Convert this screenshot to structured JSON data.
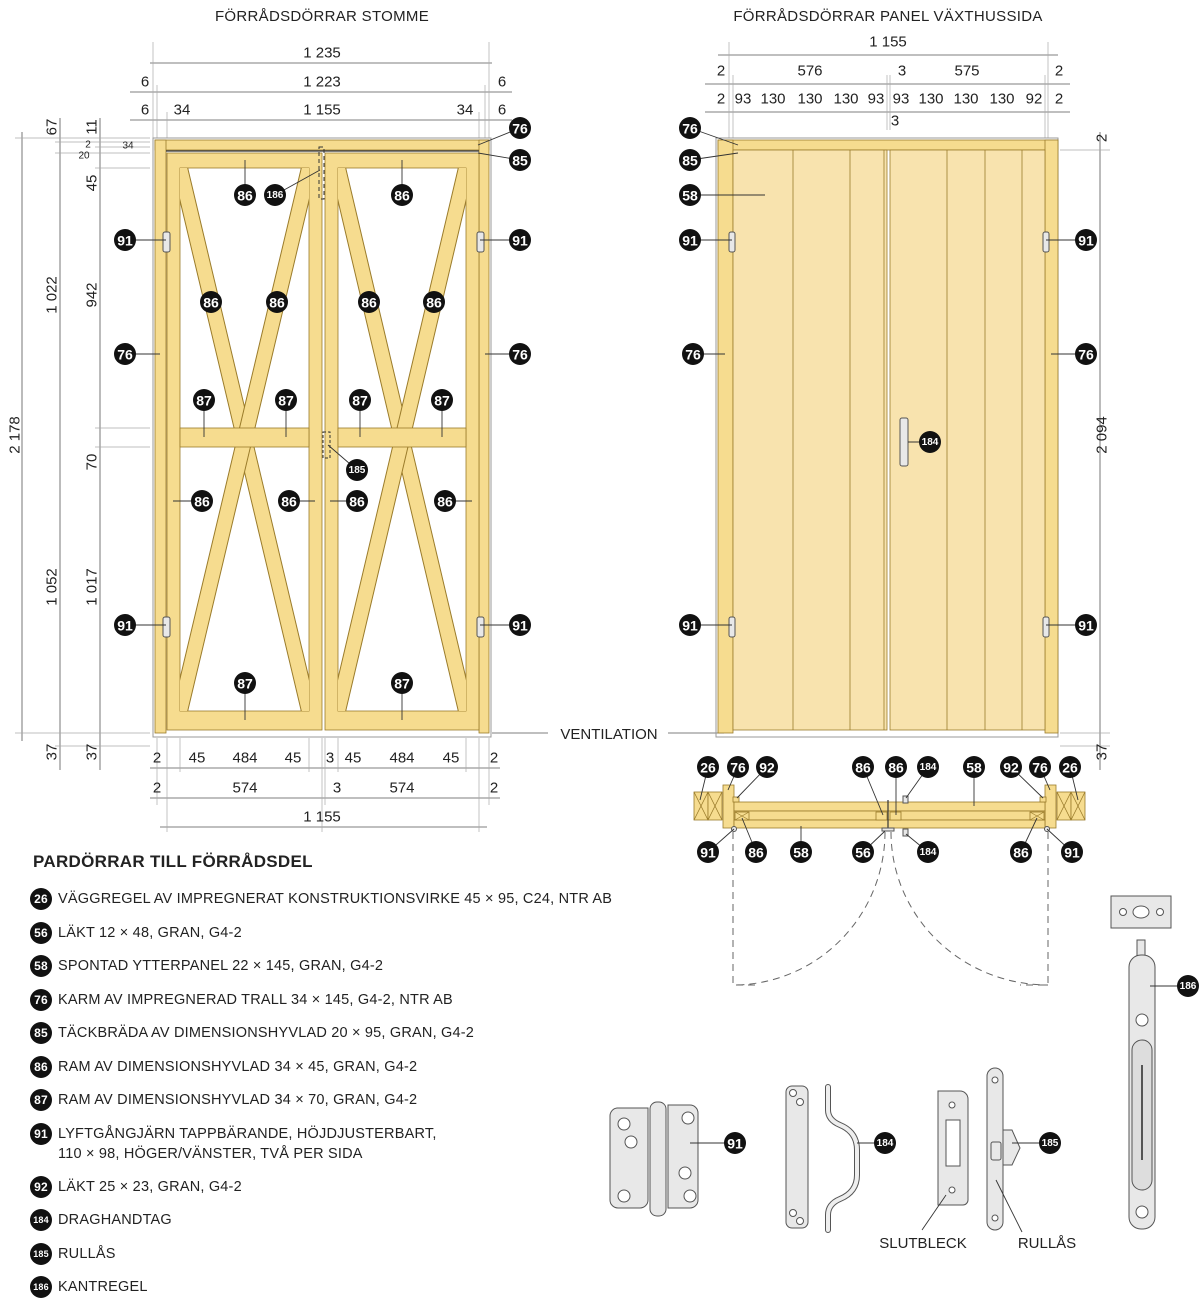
{
  "titles": {
    "stomme": "FÖRRÅDSDÖRRAR STOMME",
    "panel": "FÖRRÅDSDÖRRAR PANEL VÄXTHUSSIDA"
  },
  "dimensions": {
    "stomme_top": [
      "1 235",
      "6",
      "1 223",
      "6",
      "6",
      "34",
      "1 155",
      "34",
      "6"
    ],
    "stomme_left": [
      "67",
      "11",
      "2",
      "20",
      "34",
      "45",
      "942",
      "1 022",
      "2 178",
      "70",
      "1 017",
      "1 052",
      "37",
      "37"
    ],
    "stomme_bottom": [
      "2",
      "45",
      "484",
      "45",
      "3",
      "45",
      "484",
      "45",
      "2",
      "2",
      "574",
      "3",
      "574",
      "2",
      "1 155"
    ],
    "panel_top": [
      "1 155",
      "2",
      "576",
      "3",
      "575",
      "2",
      "2",
      "93",
      "130",
      "130",
      "130",
      "93",
      "93",
      "130",
      "130",
      "130",
      "92",
      "2",
      "3"
    ],
    "panel_right": [
      "2",
      "2 094",
      "37"
    ]
  },
  "ventilation_label": "VENTILATION",
  "callouts": {
    "stomme": [
      "76",
      "85",
      "86",
      "186",
      "86",
      "91",
      "91",
      "86",
      "86",
      "86",
      "86",
      "76",
      "76",
      "87",
      "87",
      "87",
      "87",
      "185",
      "86",
      "86",
      "86",
      "86",
      "91",
      "91",
      "87",
      "87"
    ],
    "panel": [
      "76",
      "85",
      "58",
      "91",
      "91",
      "76",
      "76",
      "184",
      "91",
      "91"
    ],
    "plan": [
      "26",
      "76",
      "92",
      "86",
      "86",
      "184",
      "58",
      "92",
      "76",
      "26",
      "91",
      "86",
      "58",
      "56",
      "184",
      "86",
      "91"
    ],
    "hardware": [
      "91",
      "184",
      "185",
      "186"
    ]
  },
  "hardware_labels": {
    "slutbleck": "SLUTBLECK",
    "rullas": "RULLÅS"
  },
  "legend": {
    "heading": "PARDÖRRAR TILL FÖRRÅDSDEL",
    "items": [
      {
        "num": "26",
        "text": "VÄGGREGEL AV IMPREGNERAT KONSTRUKTIONSVIRKE 45 × 95, C24, NTR AB"
      },
      {
        "num": "56",
        "text": "LÄKT 12 × 48, GRAN, G4-2"
      },
      {
        "num": "58",
        "text": "SPONTAD YTTERPANEL 22 × 145, GRAN, G4-2"
      },
      {
        "num": "76",
        "text": "KARM AV IMPREGNERAD TRALL 34 × 145, G4-2, NTR AB"
      },
      {
        "num": "85",
        "text": "TÄCKBRÄDA AV DIMENSIONSHYVLAD 20 × 95, GRAN, G4-2"
      },
      {
        "num": "86",
        "text": "RAM AV DIMENSIONSHYVLAD 34 × 45, GRAN, G4-2"
      },
      {
        "num": "87",
        "text": "RAM AV DIMENSIONSHYVLAD 34 × 70, GRAN, G4-2"
      },
      {
        "num": "91",
        "text": "LYFTGÅNGJÄRN TAPPBÄRANDE, HÖJDJUSTERBART,",
        "text2": "110 × 98, HÖGER/VÄNSTER, TVÅ PER SIDA"
      },
      {
        "num": "92",
        "text": "LÄKT 25 × 23, GRAN, G4-2"
      },
      {
        "num": "184",
        "text": "DRAGHANDTAG"
      },
      {
        "num": "185",
        "text": "RULLÅS"
      },
      {
        "num": "186",
        "text": "KANTREGEL"
      }
    ]
  },
  "colors": {
    "wood": "#f6dc8f",
    "panel": "#f8e3ae",
    "callout": "#111111"
  }
}
